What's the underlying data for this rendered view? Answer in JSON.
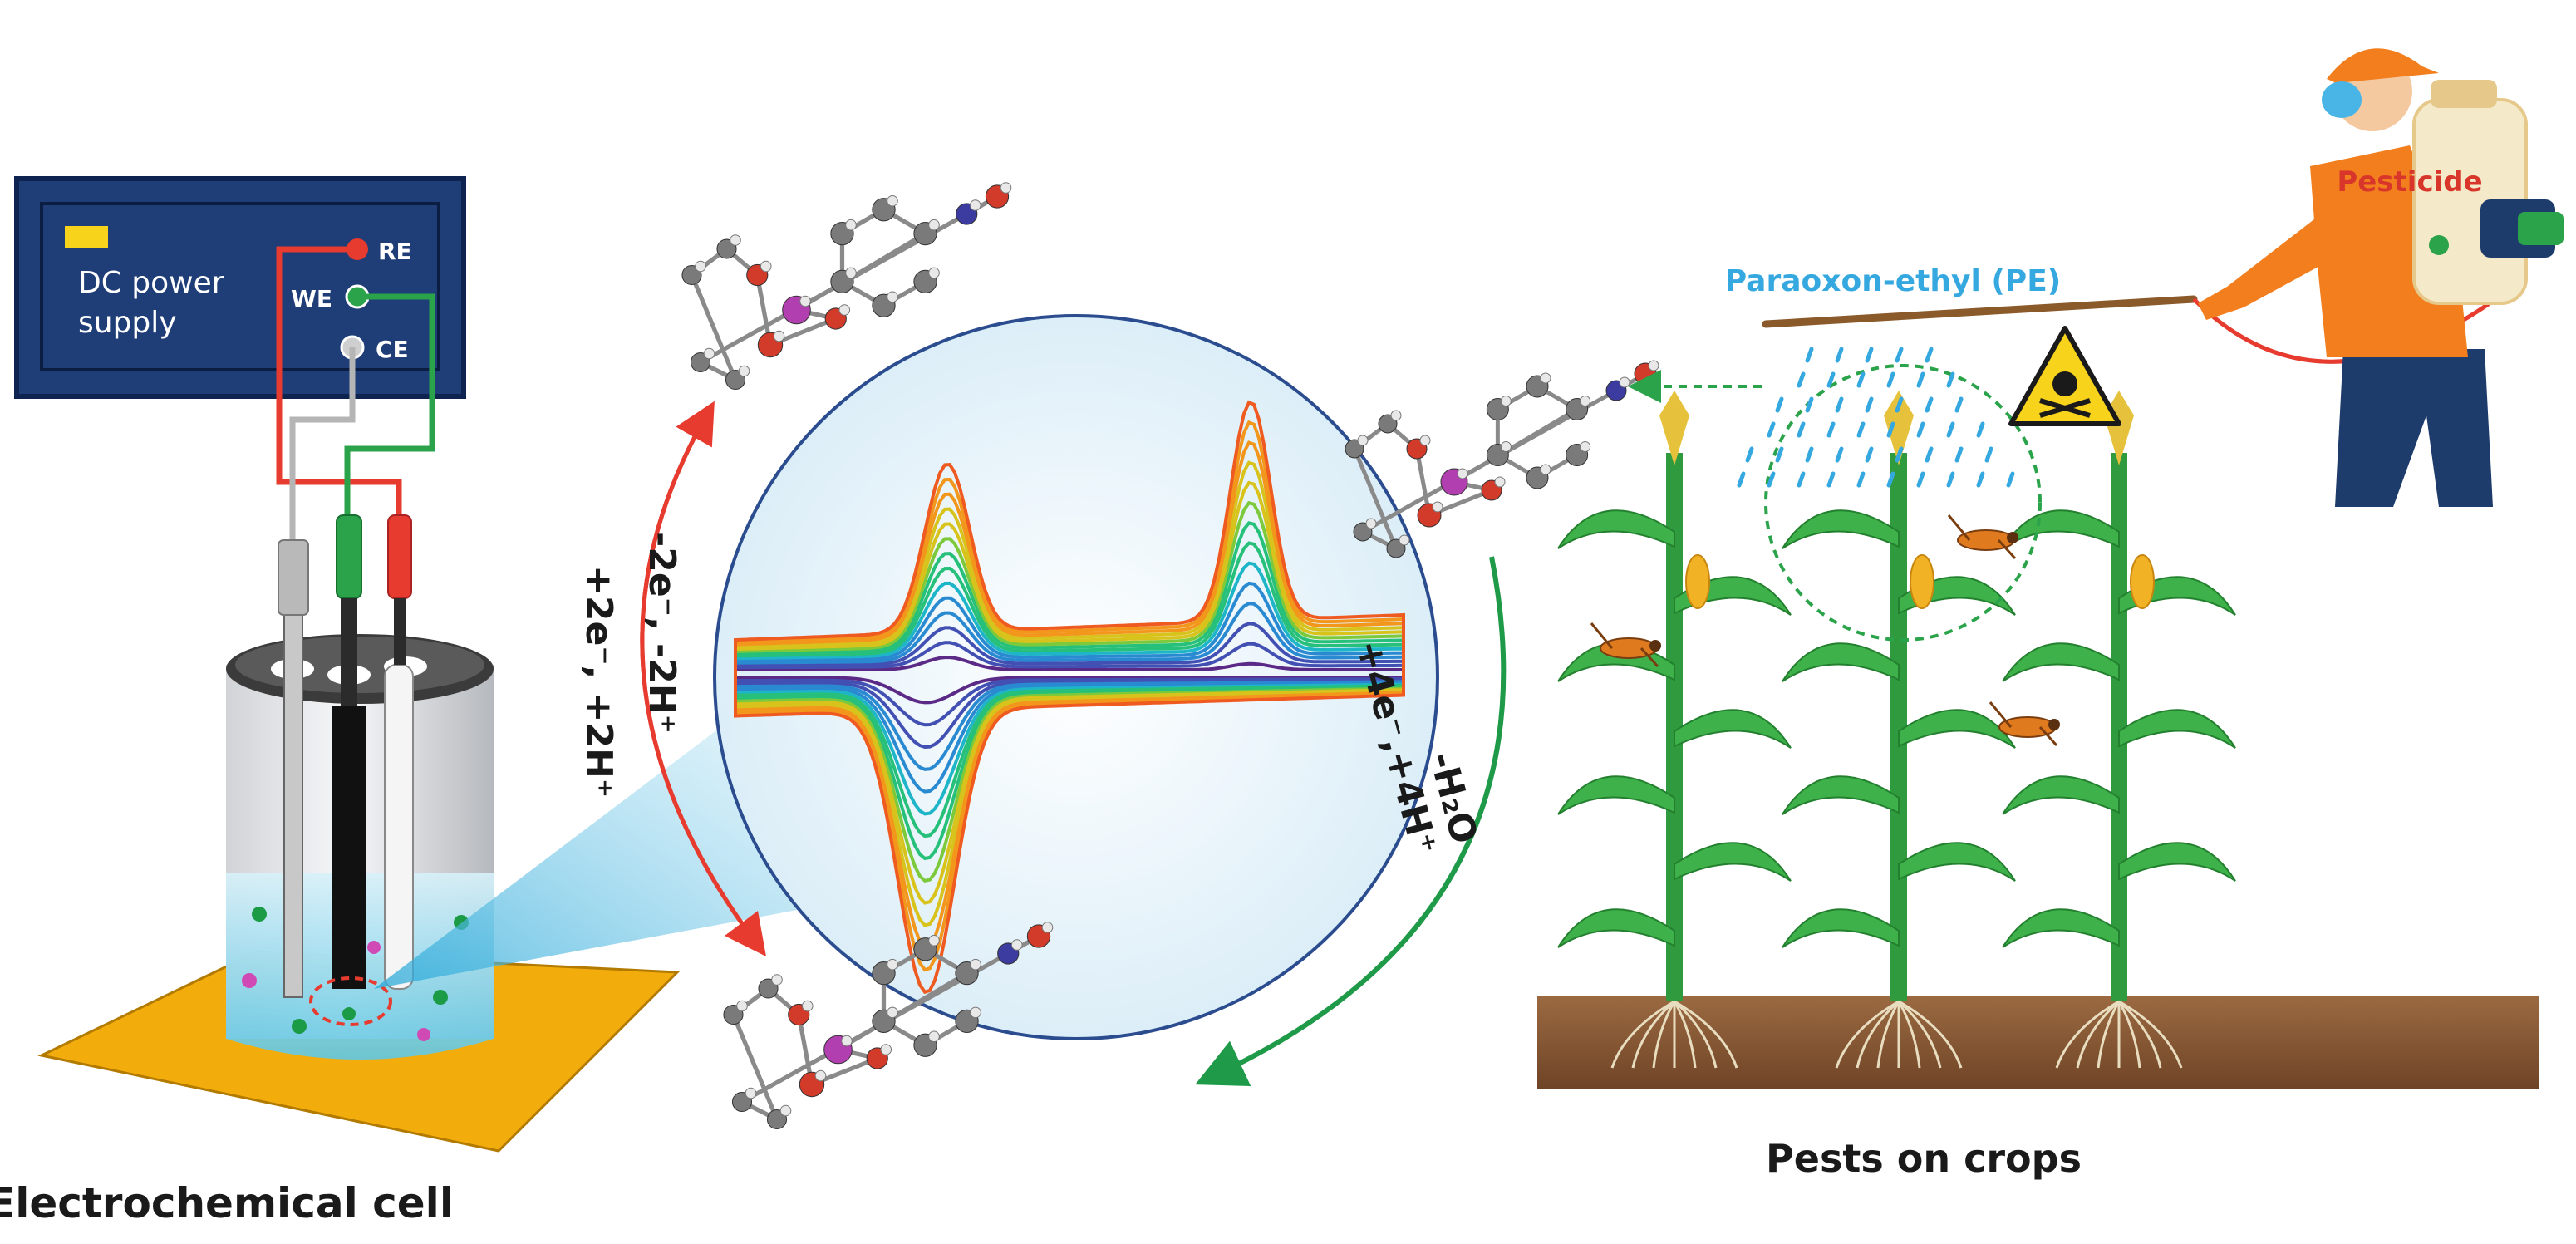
{
  "power_supply": {
    "label_line1": "DC power",
    "label_line2": "supply",
    "terminal_re": "RE",
    "terminal_we": "WE",
    "terminal_ce": "CE"
  },
  "captions": {
    "electrochemical_cell": "Electrochemical cell",
    "pests_on_crops": "Pests on crops"
  },
  "reactions": {
    "oxidation": "-2e⁻, -2H⁺",
    "reduction_left": "+2e⁻, +2H⁺",
    "reduction_four": "+4e⁻,+4H⁺",
    "water_loss": "-H₂O"
  },
  "labels": {
    "pesticide": "Pesticide",
    "paraoxon": "Paraoxon-ethyl (PE)"
  },
  "colors": {
    "panel": "#1f3e78",
    "re_wire": "#e63b2e",
    "we_wire": "#2aa34a",
    "ce_wire": "#b0b0b0",
    "base_plate": "#f2ad0c",
    "arrow_red": "#e63b2e",
    "arrow_green": "#1f9a48",
    "spray": "#35a8e0",
    "pesticide_text": "#d9362b",
    "soil": "#8a5a36",
    "cv_palette": [
      "#5b2a86",
      "#4350b3",
      "#2a8ad1",
      "#1fb5c8",
      "#27c07a",
      "#7cc93b",
      "#d8c31d",
      "#f2961c",
      "#ef5a21"
    ]
  }
}
